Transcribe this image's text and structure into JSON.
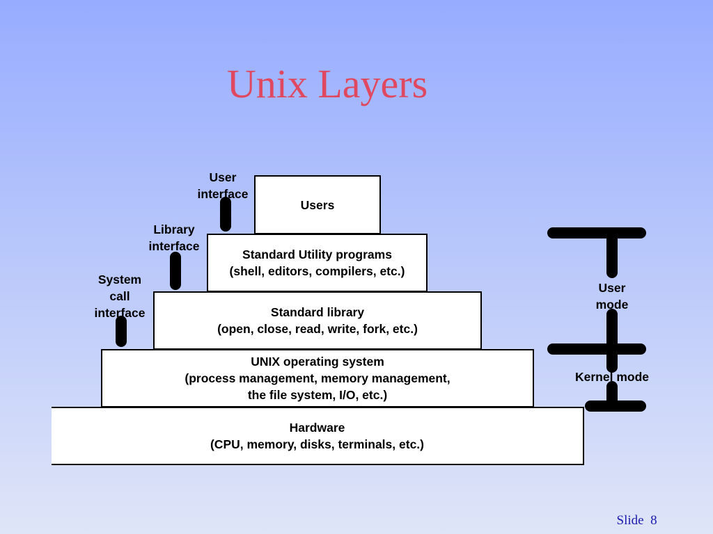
{
  "title": "Unix Layers",
  "layers": {
    "users": {
      "line1": "Users"
    },
    "utilities": {
      "line1": "Standard Utility programs",
      "line2": "(shell, editors, compilers, etc.)"
    },
    "library": {
      "line1": "Standard library",
      "line2": "(open, close, read, write, fork, etc.)"
    },
    "os": {
      "line1": "UNIX operating system",
      "line2": "(process management, memory management,",
      "line3": "the file system, I/O, etc.)"
    },
    "hardware": {
      "line1": "Hardware",
      "line2": "(CPU, memory, disks, terminals, etc.)"
    }
  },
  "interfaces": {
    "user": {
      "line1": "User",
      "line2": "interface"
    },
    "library": {
      "line1": "Library",
      "line2": "interface"
    },
    "syscall": {
      "line1": "System",
      "line2": "call",
      "line3": "interface"
    }
  },
  "modes": {
    "user": {
      "line1": "User",
      "line2": "mode"
    },
    "kernel": "Kernel mode"
  },
  "footer": {
    "slide_label": "Slide",
    "slide_number": "8"
  }
}
